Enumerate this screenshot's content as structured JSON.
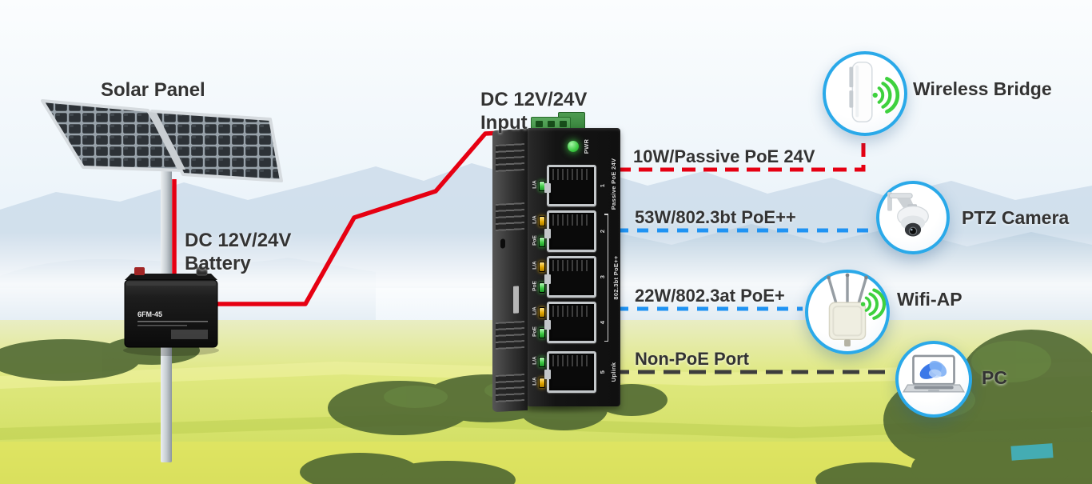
{
  "colors": {
    "accent-red": "#e60012",
    "accent-blue": "#1f93f3",
    "accent-dark": "#3d3d3d",
    "label-text": "#333333",
    "led-green": "#3ecb44",
    "led-yellow": "#e2a600",
    "circle-border": "#2aa9e9",
    "wifi-green": "#3ed13e"
  },
  "labels": {
    "solar_panel": "Solar Panel",
    "battery_line1": "DC 12V/24V",
    "battery_line2": "Battery",
    "input_line1": "DC 12V/24V",
    "input_line2": "Input",
    "battery_model": "6FM-45"
  },
  "switch": {
    "pwr": "PWR",
    "bracket_zone": "802.3bt PoE++",
    "ports": [
      {
        "number": "1",
        "zone": "Passive PoE 24V",
        "leds": [
          {
            "label": "L/A",
            "color": "green"
          }
        ]
      },
      {
        "number": "2",
        "leds": [
          {
            "label": "L/A",
            "color": "yellow"
          },
          {
            "label": "PoE",
            "color": "green"
          }
        ]
      },
      {
        "number": "3",
        "leds": [
          {
            "label": "L/A",
            "color": "yellow"
          },
          {
            "label": "PoE",
            "color": "green"
          }
        ]
      },
      {
        "number": "4",
        "leds": [
          {
            "label": "L/A",
            "color": "yellow"
          },
          {
            "label": "PoE",
            "color": "green"
          }
        ]
      },
      {
        "number": "5",
        "zone": "Uplink",
        "leds": [
          {
            "label": "L/A",
            "color": "green"
          },
          {
            "label": "L/A",
            "color": "yellow"
          }
        ]
      }
    ]
  },
  "connections": [
    {
      "label": "10W/Passive PoE 24V",
      "style": "red-dashed",
      "to": "Wireless Bridge"
    },
    {
      "label": "53W/802.3bt PoE++",
      "style": "blue-dashed",
      "to": "PTZ Camera"
    },
    {
      "label": "22W/802.3at PoE+",
      "style": "blue-dashed",
      "to": "Wifi-AP"
    },
    {
      "label": "Non-PoE Port",
      "style": "dark-dashed",
      "to": "PC"
    }
  ],
  "devices": [
    {
      "label": "Wireless Bridge",
      "icon": "wireless-bridge-icon"
    },
    {
      "label": "PTZ Camera",
      "icon": "ptz-camera-icon"
    },
    {
      "label": "Wifi-AP",
      "icon": "wifi-ap-icon"
    },
    {
      "label": "PC",
      "icon": "laptop-icon"
    }
  ]
}
